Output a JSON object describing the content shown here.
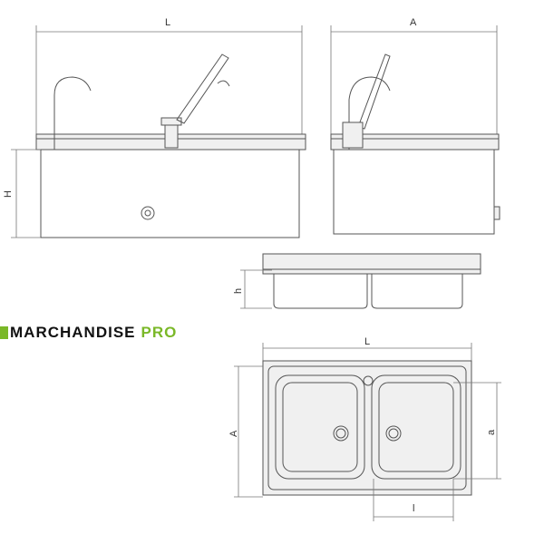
{
  "brand": {
    "name": "MARCHANDISE",
    "suffix": "PRO",
    "accent": "#7ab828"
  },
  "dimensions": {
    "front_length": "L",
    "side_depth": "A",
    "height": "H",
    "bowl_height": "h",
    "plan_length": "L",
    "plan_depth": "A",
    "bowl_depth": "a",
    "bowl_width": "l"
  }
}
